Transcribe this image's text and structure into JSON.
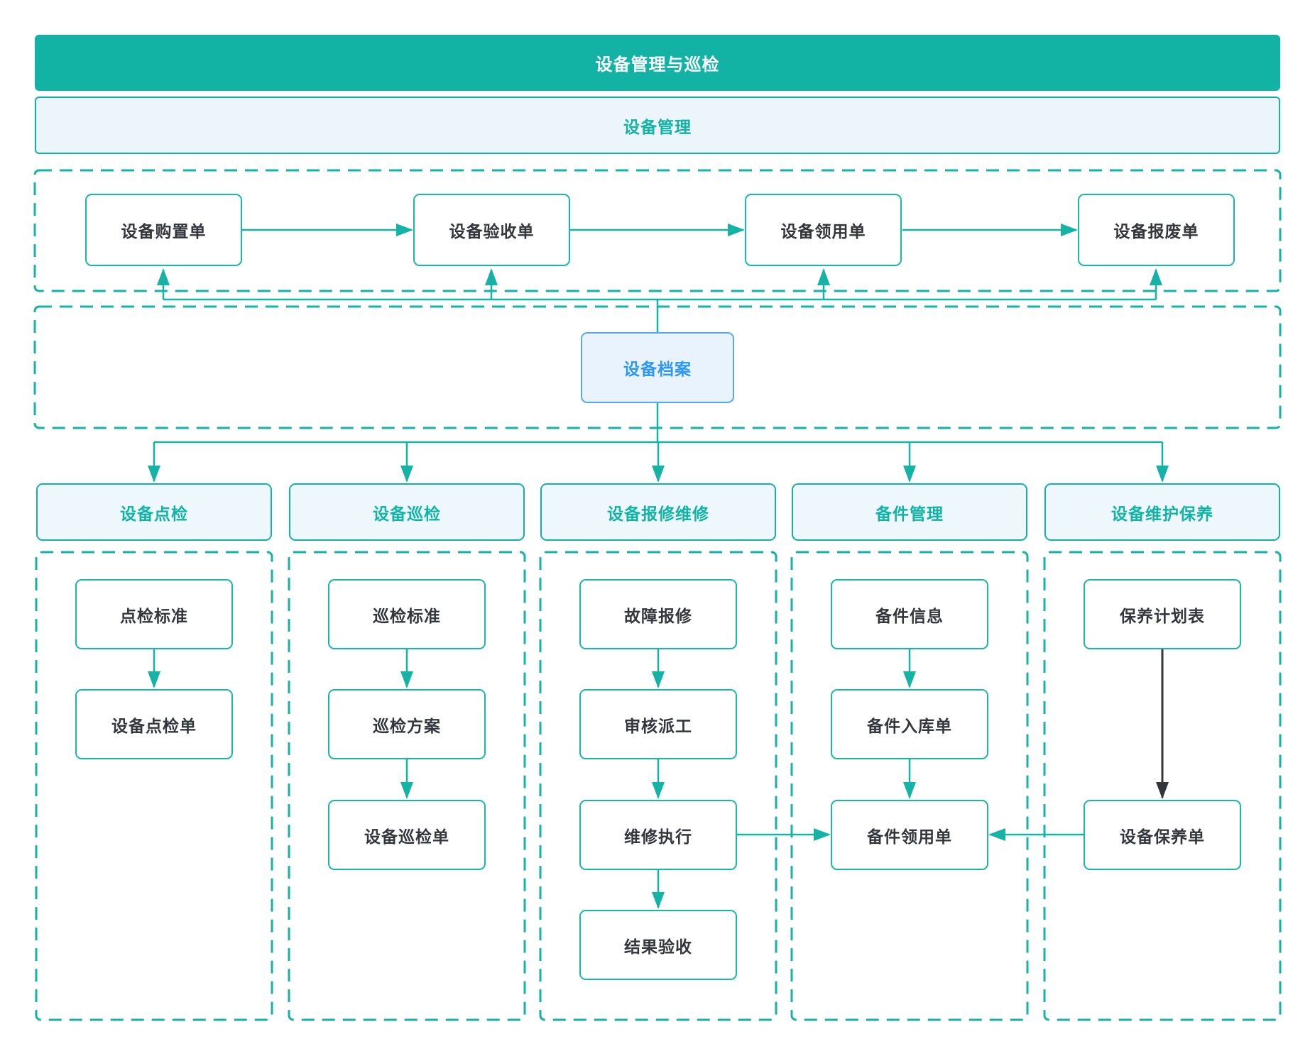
{
  "title": "设备管理与巡检",
  "section_bar": {
    "label": "设备管理"
  },
  "archive_node": {
    "label": "设备档案"
  },
  "flow_row": {
    "nodes": [
      "设备购置单",
      "设备验收单",
      "设备领用单",
      "设备报废单"
    ]
  },
  "columns": [
    {
      "header": "设备点检",
      "nodes": [
        "点检标准",
        "设备点检单"
      ]
    },
    {
      "header": "设备巡检",
      "nodes": [
        "巡检标准",
        "巡检方案",
        "设备巡检单"
      ]
    },
    {
      "header": "设备报修维修",
      "nodes": [
        "故障报修",
        "审核派工",
        "维修执行",
        "结果验收"
      ]
    },
    {
      "header": "备件管理",
      "nodes": [
        "备件信息",
        "备件入库单",
        "备件领用单"
      ]
    },
    {
      "header": "设备维护保养",
      "nodes": [
        "保养计划表",
        "设备保养单"
      ]
    }
  ],
  "colors": {
    "teal_fill": "#12b3a4",
    "teal_line": "#14b3a5",
    "light_blue_bg": "#ecf5fa",
    "header_bg": "#eef7fc",
    "archive_bg": "#e8f3fd",
    "archive_border": "#57a8f1",
    "archive_text": "#2e97f2",
    "node_text": "#33373d",
    "black_arrow": "#33373d"
  }
}
